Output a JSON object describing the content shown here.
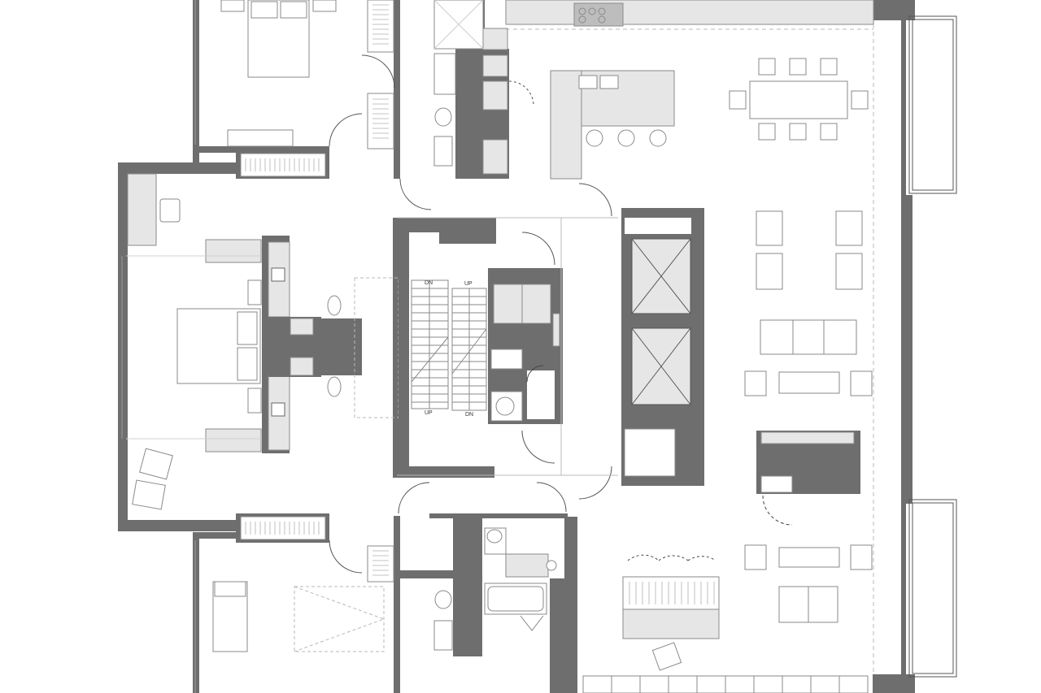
{
  "colors": {
    "wall": "#6e6e6e",
    "wall_dark": "#5a5a5a",
    "fill_light": "#e6e6e6",
    "fill_mid": "#cfcfcf",
    "line": "#8a8a8a",
    "line_light": "#b8b8b8",
    "background": "#ffffff"
  },
  "stair_labels": {
    "left_top": "DN",
    "right_top": "UP",
    "left_bottom": "UP",
    "right_bottom": "DN"
  },
  "icons": [
    "door-swing-icon",
    "toilet-icon",
    "sink-icon",
    "stove-icon",
    "elevator-icon",
    "bed-icon",
    "sofa-icon",
    "chair-icon",
    "bathtub-icon",
    "shower-icon"
  ]
}
